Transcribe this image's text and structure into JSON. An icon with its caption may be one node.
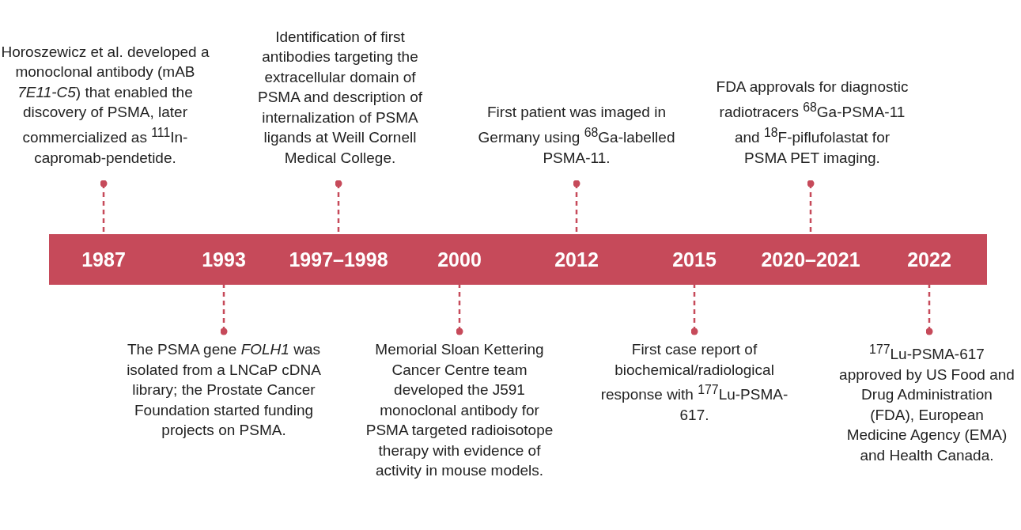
{
  "diagram": {
    "nodes": [
      {
        "text": [
          "Horoszewicz et al. developed a monoclonal antibody (mAB *7E11-C5*) that enabled the discovery of PSMA, later commercialized as $^{111}$In-capromab-pendetide."
        ]
      },
      {
        "text": [
          "Identification of first antibodies targeting the extracellular domain of PSMA and description of internalization of PSMA ligands at Weill Cornell Medical College."
        ]
      },
      {
        "text": [
          "First patient was imaged in Germany using $^{68}$Ga-labelled PSMA-11."
        ]
      },
      {
        "text": [
          "FDA approvals for diagnostic radiotracers $^{68}$Ga-PSMA-11 and $^{18}$F-piflufolastat for PSMA PET imaging."
        ]
      },
      {
        "text": [],
        "shape": "bar"
      },
      {
        "text": [
          "1987"
        ],
        "in": 4
      },
      {
        "text": [
          "1993"
        ],
        "in": 4
      },
      {
        "text": [
          "1997–1998"
        ],
        "in": 4
      },
      {
        "text": [
          "2000"
        ],
        "in": 4
      },
      {
        "text": [
          "2012"
        ],
        "in": 4
      },
      {
        "text": [
          "2015"
        ],
        "in": 4
      },
      {
        "text": [
          "2020–2021"
        ],
        "in": 4
      },
      {
        "text": [
          "2022"
        ],
        "in": 4
      },
      {
        "text": [
          "The PSMA gene *FOLH1* was isolated from a LNCaP cDNA library; the Prostate Cancer Foundation started funding projects on PSMA."
        ]
      },
      {
        "text": [
          "Memorial Sloan Kettering Cancer Centre team developed the J591 monoclonal antibody for PSMA targeted radioisotope therapy with evidence of activity in mouse models."
        ]
      },
      {
        "text": [
          "First case report of biochemical/radiological response with $^{177}$Lu-PSMA-617."
        ]
      },
      {
        "text": [
          "$^{177}$Lu-PSMA-617 approved by US Food and Drug Administration (FDA), European Medicine Agency (EMA) and Health Canada."
        ]
      }
    ],
    "edges": [
      {
        "from": 0,
        "to": 5,
        "arrow": "other",
        "style": "dashed"
      },
      {
        "from": 1,
        "to": 7,
        "arrow": "other",
        "style": "dashed"
      },
      {
        "from": 2,
        "to": 9,
        "arrow": "other",
        "style": "dashed"
      },
      {
        "from": 3,
        "to": 11,
        "arrow": "other",
        "style": "dashed"
      },
      {
        "from": 13,
        "to": 6,
        "arrow": "other",
        "style": "dashed"
      },
      {
        "from": 14,
        "to": 8,
        "arrow": "other",
        "style": "dashed"
      },
      {
        "from": 15,
        "to": 10,
        "arrow": "other",
        "style": "dashed"
      },
      {
        "from": 16,
        "to": 12,
        "arrow": "other",
        "style": "dashed"
      }
    ]
  }
}
